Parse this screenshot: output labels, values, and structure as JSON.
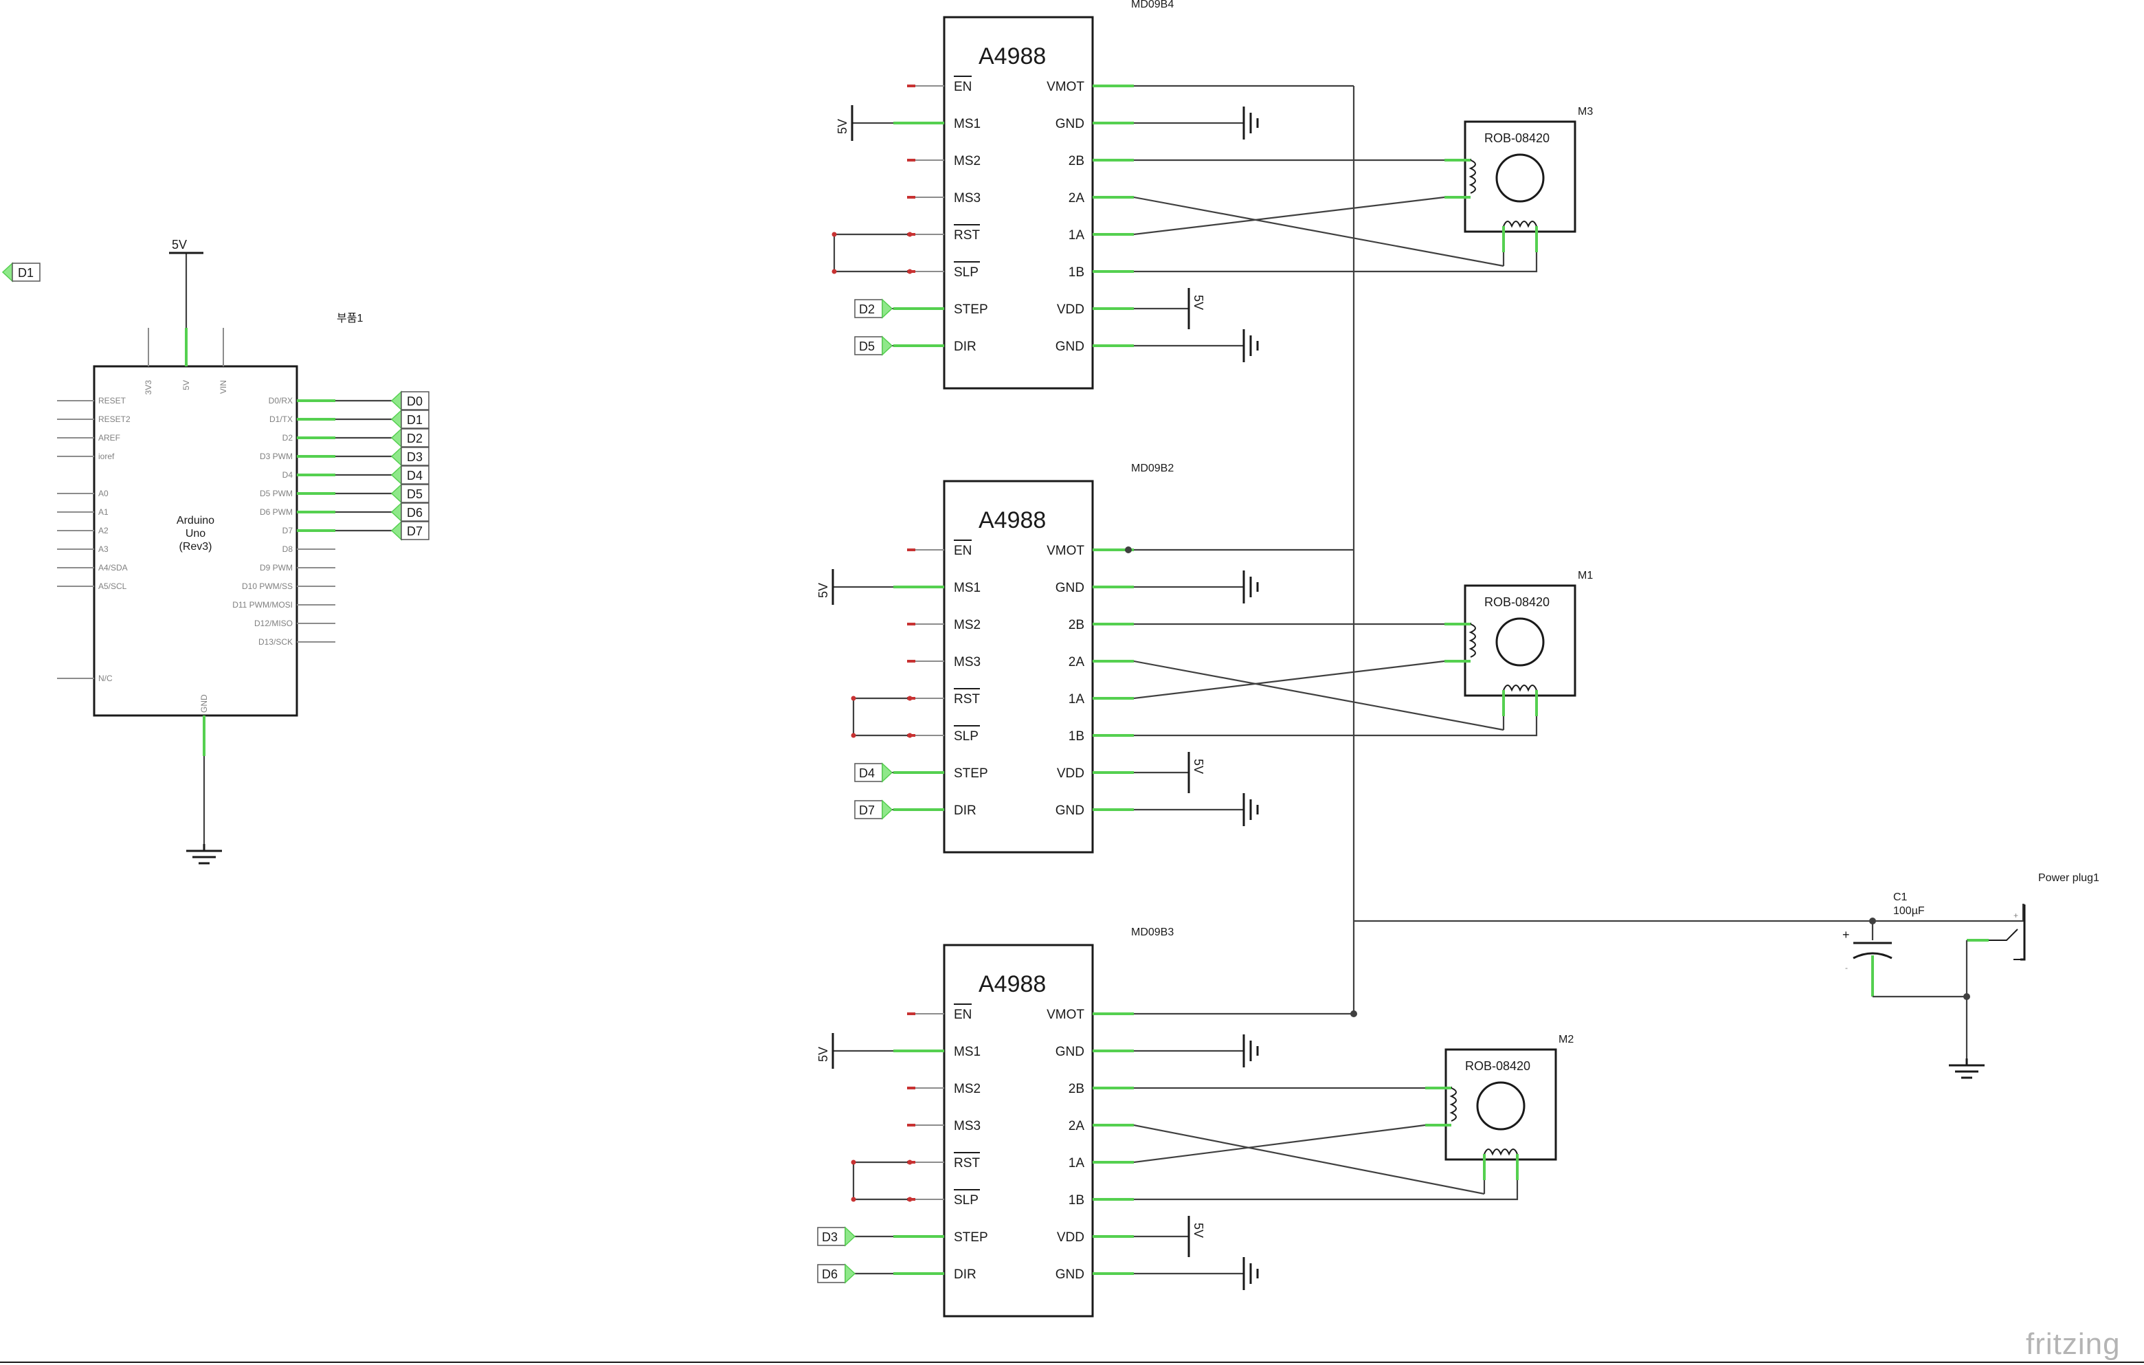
{
  "arduino": {
    "title_line1": "Arduino",
    "title_line2": "Uno",
    "title_line3": "(Rev3)",
    "ref": "부품1",
    "top_pins": [
      "3V3",
      "5V",
      "VIN"
    ],
    "left_pins": [
      "RESET",
      "RESET2",
      "AREF",
      "ioref",
      "A0",
      "A1",
      "A2",
      "A3",
      "A4/SDA",
      "A5/SCL",
      "N/C"
    ],
    "right_pins": [
      "D0/RX",
      "D1/TX",
      "D2",
      "D3 PWM",
      "D4",
      "D5 PWM",
      "D6 PWM",
      "D7",
      "D8",
      "D9 PWM",
      "D10 PWM/SS",
      "D11 PWM/MOSI",
      "D12/MISO",
      "D13/SCK"
    ],
    "bottom_pin": "GND",
    "net_labels": [
      "D0",
      "D1",
      "D2",
      "D3",
      "D4",
      "D5",
      "D6",
      "D7"
    ],
    "supply_label": "5V"
  },
  "stray_label": "D1",
  "drivers": [
    {
      "ref": "MD09B4",
      "title": "A4988",
      "left_pins": [
        "EN",
        "MS1",
        "MS2",
        "MS3",
        "RST",
        "SLP",
        "STEP",
        "DIR"
      ],
      "right_pins": [
        "VMOT",
        "GND",
        "2B",
        "2A",
        "1A",
        "1B",
        "VDD",
        "GND"
      ],
      "ms1_supply": "5V",
      "vdd_supply": "5V",
      "step_net": "D2",
      "dir_net": "D5",
      "motor_ref": "M3",
      "motor_part": "ROB-08420"
    },
    {
      "ref": "MD09B2",
      "title": "A4988",
      "left_pins": [
        "EN",
        "MS1",
        "MS2",
        "MS3",
        "RST",
        "SLP",
        "STEP",
        "DIR"
      ],
      "right_pins": [
        "VMOT",
        "GND",
        "2B",
        "2A",
        "1A",
        "1B",
        "VDD",
        "GND"
      ],
      "ms1_supply": "5V",
      "vdd_supply": "5V",
      "step_net": "D4",
      "dir_net": "D7",
      "motor_ref": "M1",
      "motor_part": "ROB-08420"
    },
    {
      "ref": "MD09B3",
      "title": "A4988",
      "left_pins": [
        "EN",
        "MS1",
        "MS2",
        "MS3",
        "RST",
        "SLP",
        "STEP",
        "DIR"
      ],
      "right_pins": [
        "VMOT",
        "GND",
        "2B",
        "2A",
        "1A",
        "1B",
        "VDD",
        "GND"
      ],
      "ms1_supply": "5V",
      "vdd_supply": "5V",
      "step_net": "D3",
      "dir_net": "D6",
      "motor_ref": "M2",
      "motor_part": "ROB-08420"
    }
  ],
  "capacitor": {
    "ref": "C1",
    "value": "100µF",
    "plus": "+",
    "minus": "-"
  },
  "power_plug": {
    "ref": "Power plug1",
    "plus": "+"
  },
  "watermark": "fritzing",
  "colors": {
    "connected_pin": "#55d050",
    "unconnected_pin": "#c83232",
    "wire": "#404040"
  }
}
